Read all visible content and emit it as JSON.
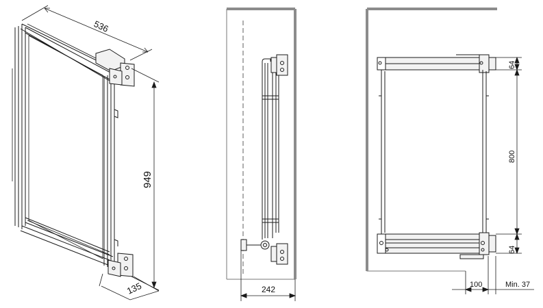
{
  "dimensions": {
    "depth": "536",
    "height": "949",
    "width": "135",
    "side_width": "242",
    "rail_top": "64",
    "rail_spacing": "800",
    "rail_bottom": "64",
    "offset": "100",
    "min_clearance": "Min. 37"
  },
  "colors": {
    "line": "#1a1a1a",
    "cabinet_wall": "#8c8c8c",
    "fill_light": "#f2f2f2"
  }
}
